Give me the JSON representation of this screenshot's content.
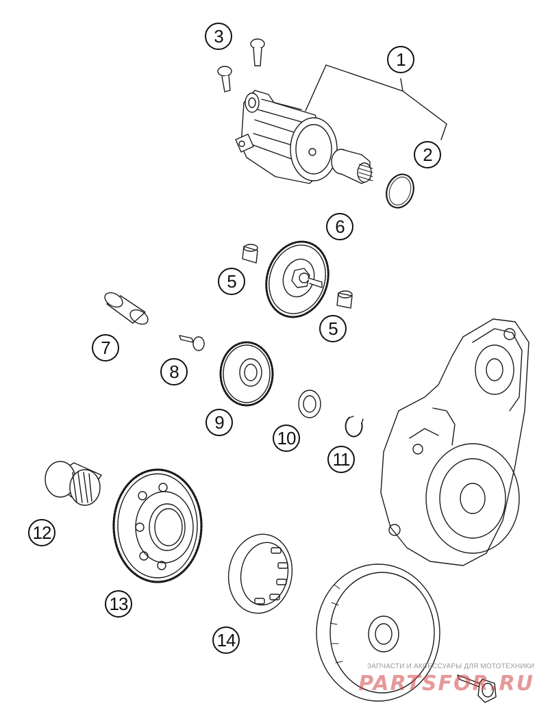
{
  "callouts": [
    {
      "id": "c1",
      "label": "1"
    },
    {
      "id": "c2",
      "label": "2"
    },
    {
      "id": "c3",
      "label": "3"
    },
    {
      "id": "c5a",
      "label": "5"
    },
    {
      "id": "c5b",
      "label": "5"
    },
    {
      "id": "c6",
      "label": "6"
    },
    {
      "id": "c7",
      "label": "7"
    },
    {
      "id": "c8",
      "label": "8"
    },
    {
      "id": "c9",
      "label": "9"
    },
    {
      "id": "c10",
      "label": "10"
    },
    {
      "id": "c11",
      "label": "11"
    },
    {
      "id": "c12",
      "label": "12"
    },
    {
      "id": "c13",
      "label": "13"
    },
    {
      "id": "c14",
      "label": "14"
    }
  ],
  "watermark": {
    "tagline": "ЗАПЧАСТИ И АКСЕССУАРЫ ДЛЯ МОТОТЕХНИКИ",
    "logo": "PARTSFOR.RU"
  },
  "colors": {
    "line": "#1a1a1a",
    "watermark": "#d24646"
  }
}
